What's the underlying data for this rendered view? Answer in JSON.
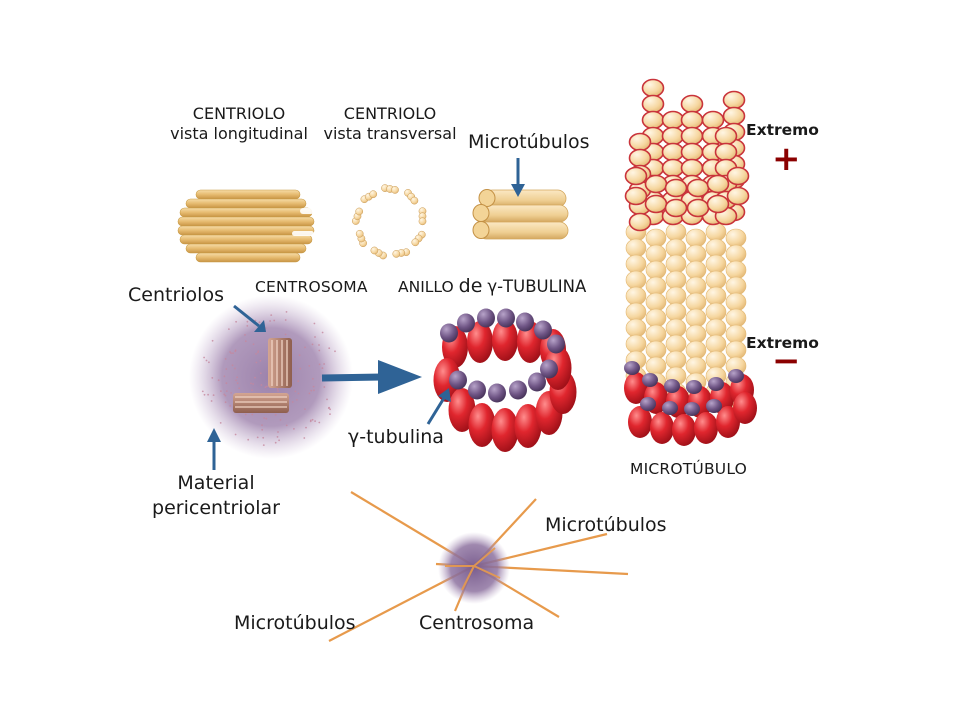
{
  "labels": {
    "centriolo_long": "CENTRIOLO",
    "centriolo_long_sub": "vista longitudinal",
    "centriolo_trans": "CENTRIOLO",
    "centriolo_trans_sub": "vista transversal",
    "microtubulos_top": "Microtúbulos",
    "centrosoma_caps": "CENTROSOMA",
    "anillo_prefix": "ANILLO",
    "anillo_de": "de",
    "anillo_suffix": "γ-TUBULINA",
    "centriolos": "Centriolos",
    "gamma_tubulina": "γ-tubulina",
    "material_line1": "Material",
    "material_line2": "pericentriolar",
    "extremo_plus": "Extremo",
    "plus_sign": "+",
    "extremo_minus": "Extremo",
    "minus_sign": "−",
    "microtubulo_caps": "MICROTÚBULO",
    "aster_microtubulos_right": "Microtúbulos",
    "aster_microtubulos_left": "Microtúbulos",
    "aster_centrosoma": "Centrosoma"
  },
  "colors": {
    "centriole_tan": "#e8c27a",
    "centriole_edge": "#c79a45",
    "alpha_tubulin_red": "#d9242e",
    "beta_tubulin_cream": "#f7dcaa",
    "gamma_tubulin_purple": "#6f5585",
    "pcm_purple": "#9a7fa8",
    "arrow_blue": "#2f6396",
    "aster_line_orange": "#e79a4c",
    "minus_plus_red": "#8b0000"
  },
  "icons": [
    "centriole-longitudinal-icon",
    "centriole-transverse-icon",
    "microtubule-bundle-icon",
    "centrosome-icon",
    "gamma-tubulin-ring-icon",
    "microtubule-icon",
    "aster-icon"
  ]
}
